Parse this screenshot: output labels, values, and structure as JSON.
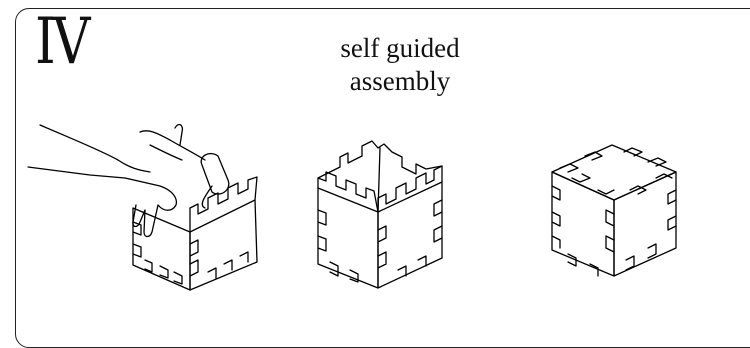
{
  "step": {
    "numeral": "IV"
  },
  "heading": {
    "line1": "self guided",
    "line2": "assembly"
  },
  "figures": [
    {
      "name": "box-being-assembled-by-hands"
    },
    {
      "name": "open-box-without-lid"
    },
    {
      "name": "closed-finished-box"
    }
  ]
}
